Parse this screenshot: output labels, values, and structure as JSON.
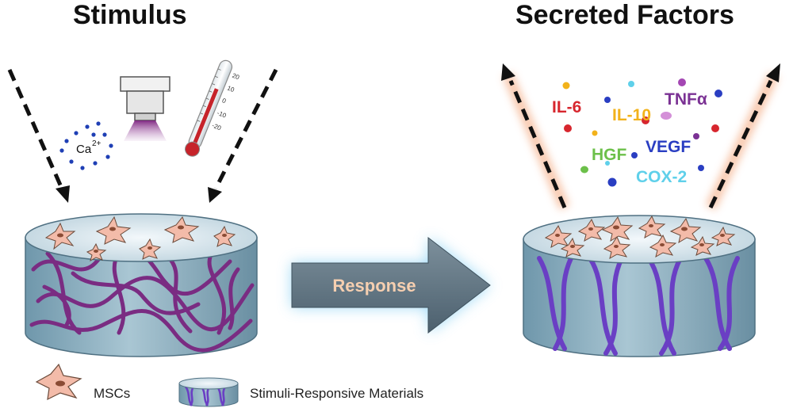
{
  "titles": {
    "stimulus": "Stimulus",
    "secreted": "Secreted Factors"
  },
  "stimuli": {
    "calcium_label": "Ca",
    "calcium_charge": "2+",
    "thermometer_ticks": [
      "20",
      "10",
      "0",
      "-10",
      "-20"
    ]
  },
  "arrow": {
    "label": "Response"
  },
  "factors": [
    {
      "label": "IL-6",
      "color": "#d7262e"
    },
    {
      "label": "IL-10",
      "color": "#f2b21b"
    },
    {
      "label": "TNFα",
      "color": "#7b3294"
    },
    {
      "label": "HGF",
      "color": "#6cc04a"
    },
    {
      "label": "VEGF",
      "color": "#2a3ec2"
    },
    {
      "label": "COX-2",
      "color": "#5fd0ea"
    }
  ],
  "legend": {
    "msc": "MSCs",
    "material": "Stimuli-Responsive Materials"
  },
  "colors": {
    "dish": "#8fb3c4",
    "dish_top": "#dfeaf0",
    "fiber": "#7a2c82",
    "fiber_aligned": "#6a3fc4",
    "cell": "#f2b8a8",
    "arrow_fill": "#5d7382",
    "arrow_glow": "#8fd3f4",
    "dashed_glow": "#f7c3a6"
  }
}
